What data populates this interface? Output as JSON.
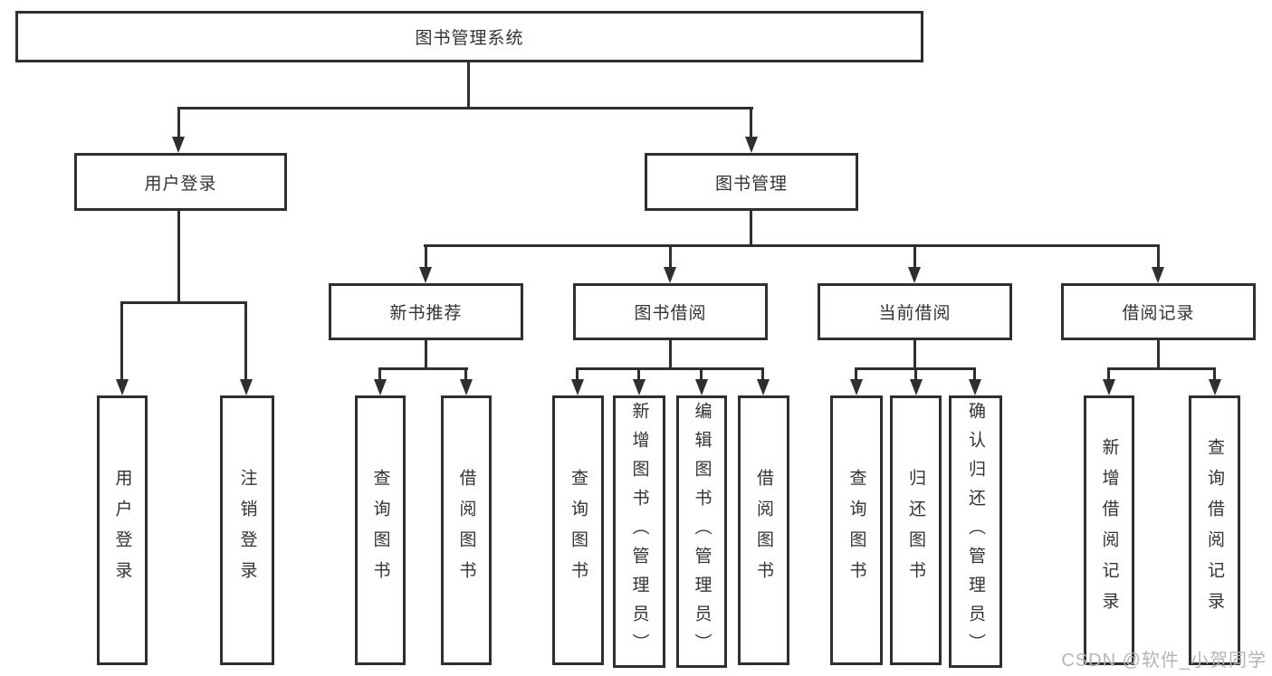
{
  "colors": {
    "border": "#2f2f2f",
    "text": "#333333",
    "watermark": "#b5b5b5",
    "background": "#ffffff"
  },
  "watermark": {
    "text": "CSDN @软件_小贺同学"
  },
  "tree": {
    "label": "图书管理系统",
    "children": [
      {
        "label": "用户登录",
        "children": [
          {
            "label": "用户登录"
          },
          {
            "label": "注销登录"
          }
        ]
      },
      {
        "label": "图书管理",
        "children": [
          {
            "label": "新书推荐",
            "children": [
              {
                "label": "查询图书"
              },
              {
                "label": "借阅图书"
              }
            ]
          },
          {
            "label": "图书借阅",
            "children": [
              {
                "label": "查询图书"
              },
              {
                "label": "新增图书（管理员）"
              },
              {
                "label": "编辑图书（管理员）"
              },
              {
                "label": "借阅图书"
              }
            ]
          },
          {
            "label": "当前借阅",
            "children": [
              {
                "label": "查询图书"
              },
              {
                "label": "归还图书"
              },
              {
                "label": "确认归还（管理员）"
              }
            ]
          },
          {
            "label": "借阅记录",
            "children": [
              {
                "label": "新增借阅记录"
              },
              {
                "label": "查询借阅记录"
              }
            ]
          }
        ]
      }
    ]
  }
}
